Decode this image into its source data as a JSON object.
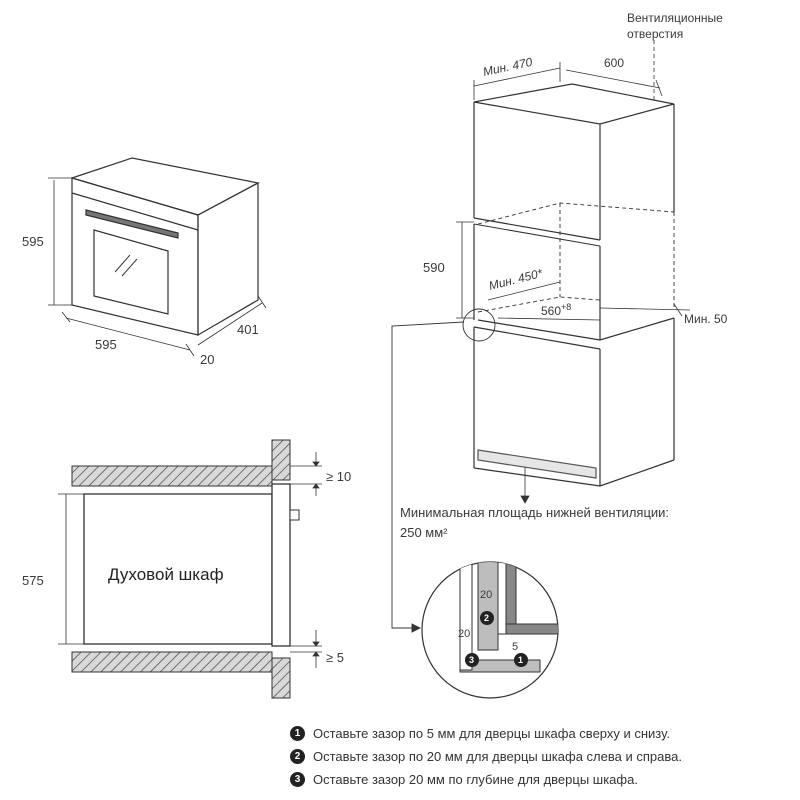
{
  "oven_dims": {
    "height": "595",
    "width": "595",
    "depth": "401",
    "door_offset": "20"
  },
  "side_view": {
    "gap_top": "≥ 10",
    "gap_bottom": "≥ 5",
    "height": "575",
    "oven_label": "Духовой шкаф"
  },
  "column": {
    "vent_holes": [
      "Вентиляционные",
      "отверстия"
    ],
    "min_depth": "Мин. 470",
    "width": "600",
    "niche_height": "590",
    "min_niche_depth": "Мин. 450*",
    "niche_width": "560",
    "niche_width_tol": "+8",
    "min_back_gap": "Мин. 50",
    "bottom_vent_line1": "Минимальная площадь нижней вентиляции:",
    "bottom_vent_line2": "250 мм²"
  },
  "detail": {
    "gap_a": "20",
    "gap_b": "20",
    "gap_c": "5",
    "badges": [
      "1",
      "2",
      "3"
    ]
  },
  "notes": [
    {
      "num": "1",
      "text": "Оставьте зазор по 5 мм для дверцы шкафа сверху и снизу."
    },
    {
      "num": "2",
      "text": "Оставьте зазор по 20 мм для дверцы шкафа слева и справа."
    },
    {
      "num": "3",
      "text": "Оставьте зазор 20 мм по глубине для дверцы шкафа."
    }
  ]
}
